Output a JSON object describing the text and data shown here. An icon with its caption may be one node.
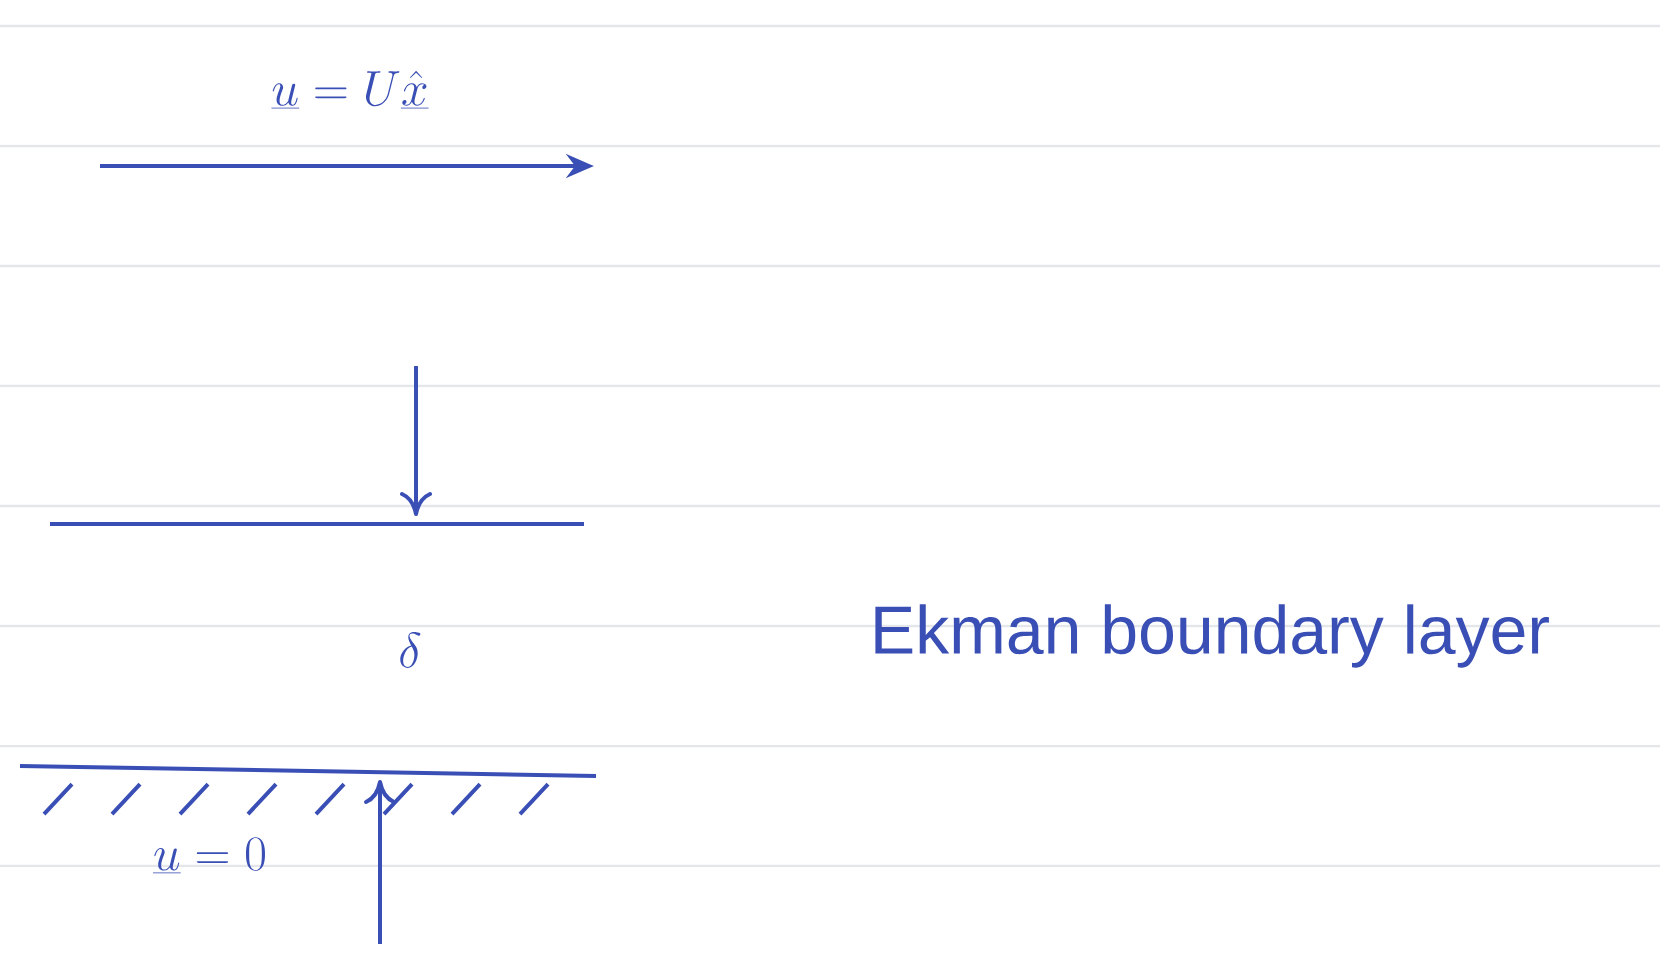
{
  "diagram": {
    "labels": [
      "\\underline{u} = U\\underline{\\hat{x}}",
      "\\delta",
      "Ekman boundary layer",
      "\\underline{u} = 0"
    ]
  }
}
